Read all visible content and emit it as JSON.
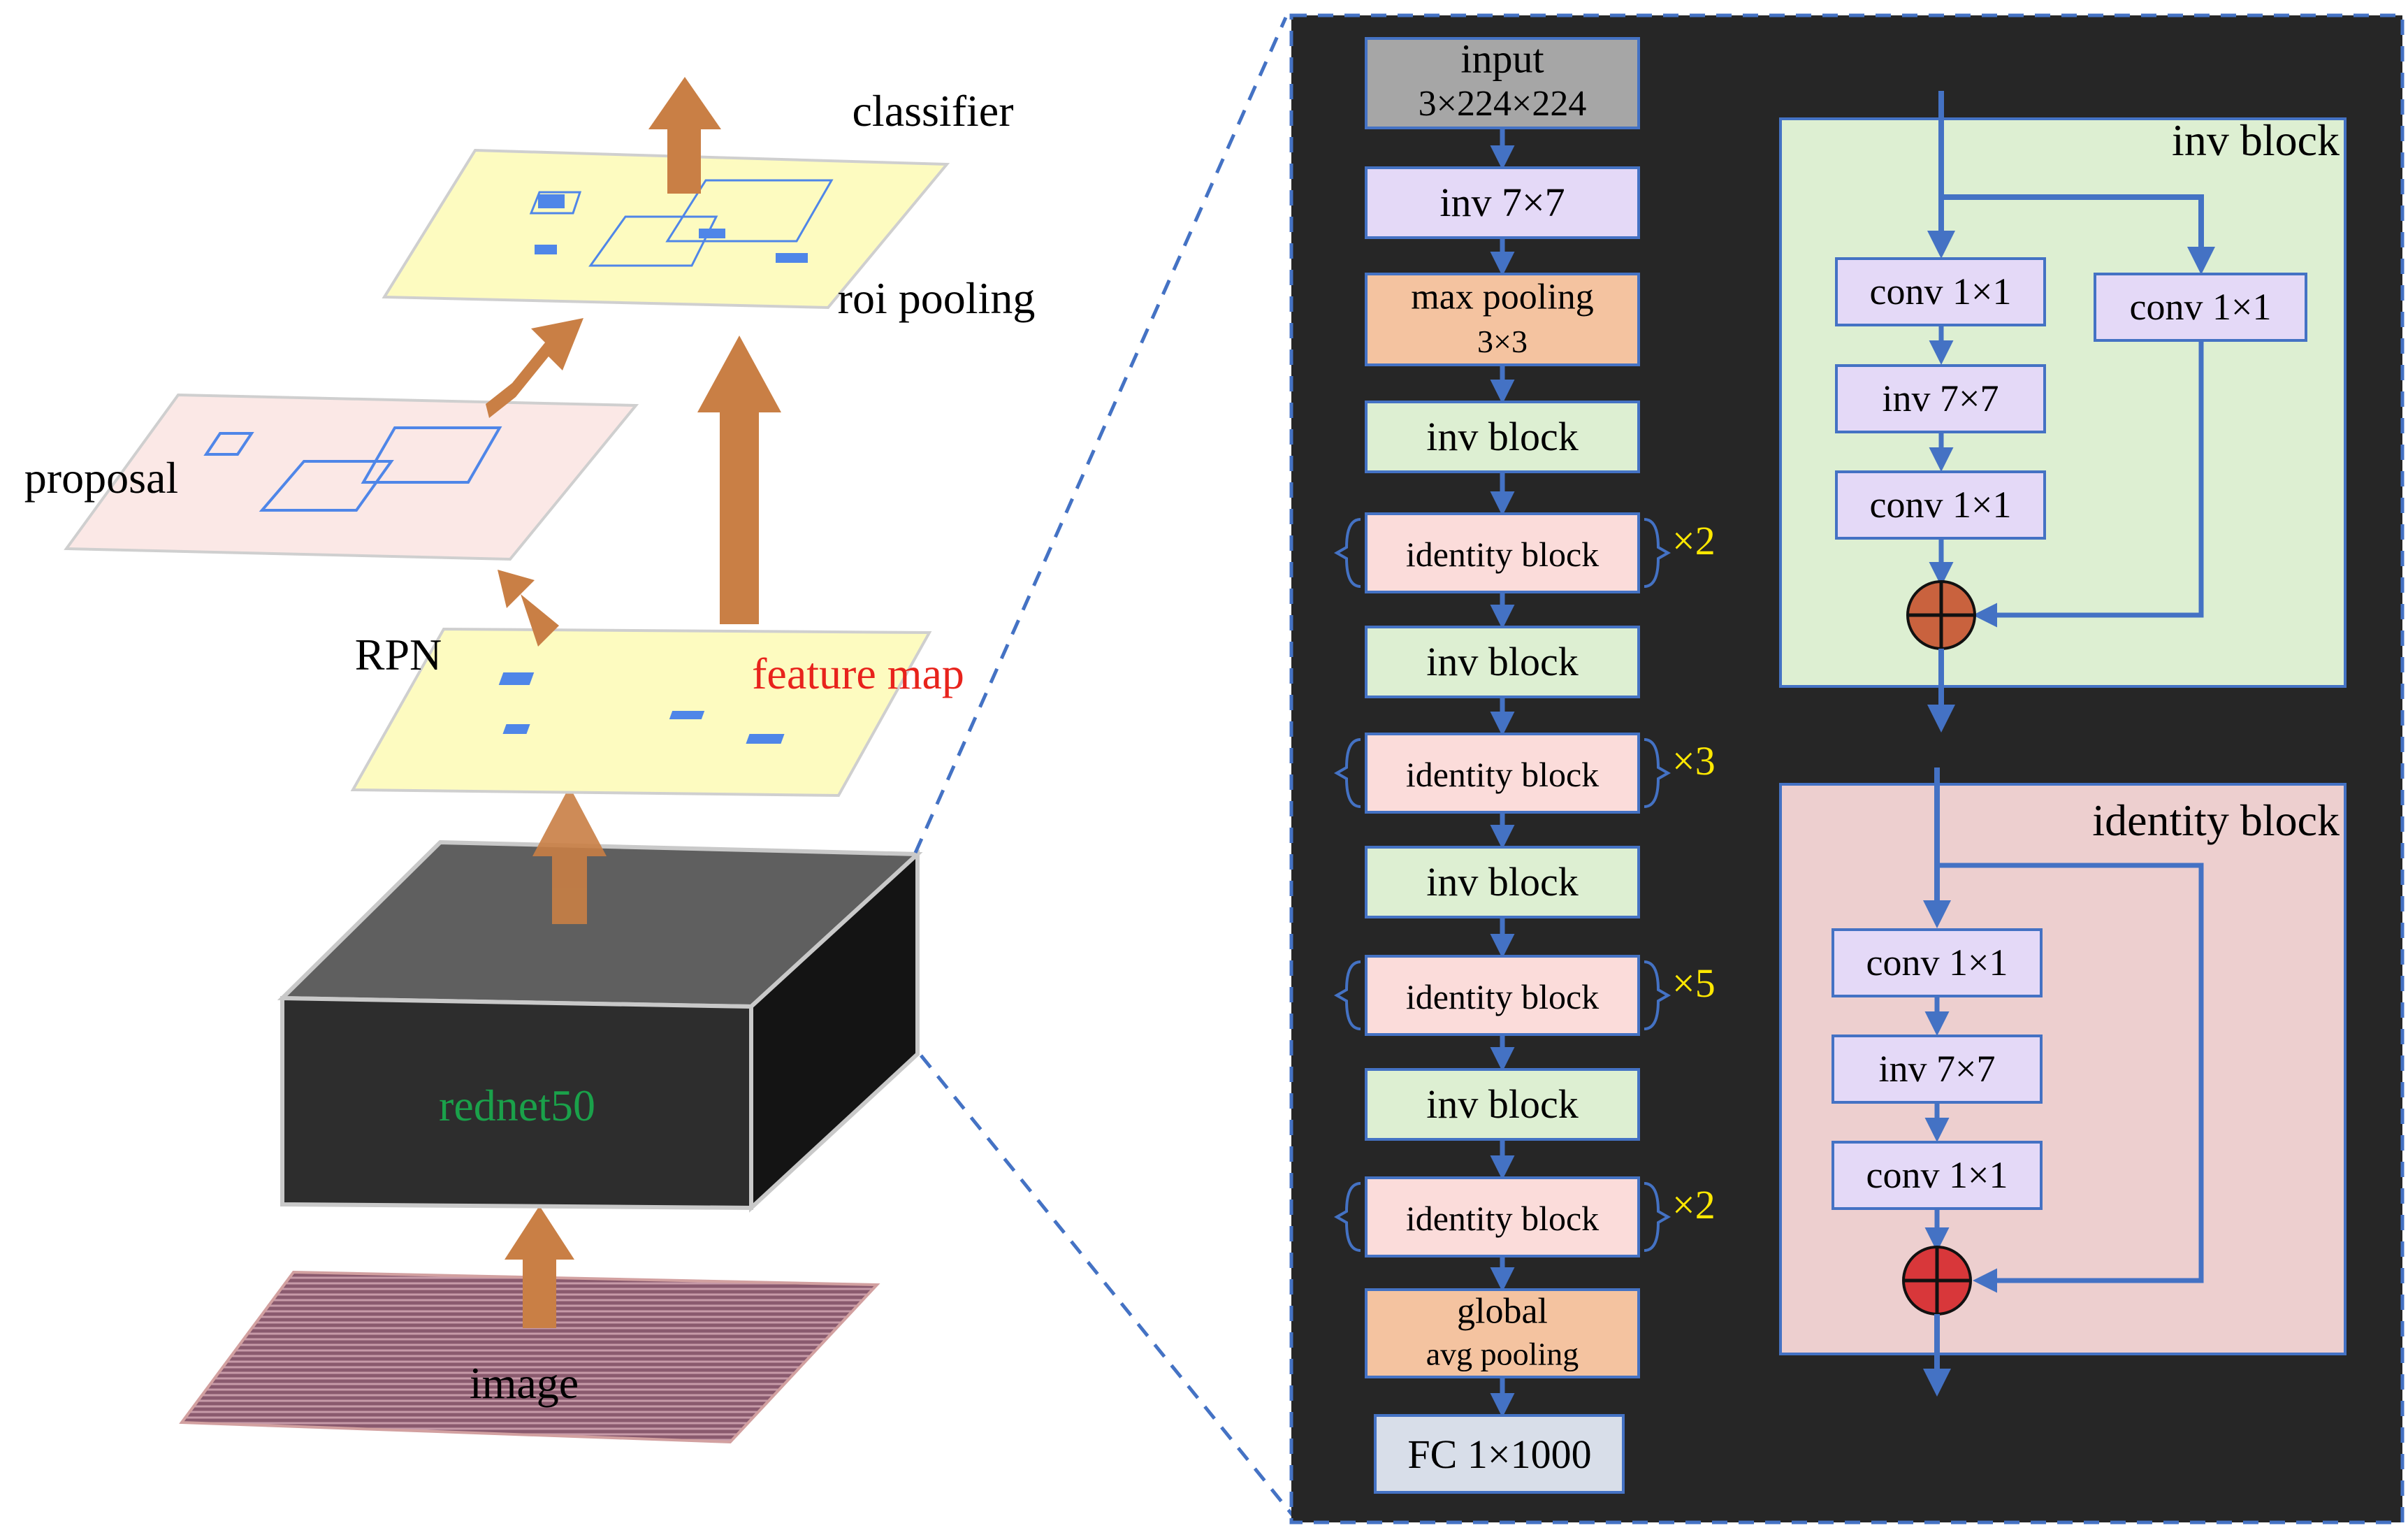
{
  "colors": {
    "arrow_orange": "#C97F45",
    "plane_yellow": "#FDFBC0",
    "plane_pink": "#FBE8E6",
    "box_blue": "#4F86E8",
    "panel_bg": "#262626",
    "line_blue": "#4472C4",
    "block_input": "#A6A6A6",
    "block_inv": "#E4D9F7",
    "block_pool": "#F4C3A0",
    "block_invblock": "#DDEFD2",
    "block_identity": "#FBDCDA",
    "block_fc": "#D8DEE9",
    "multiplier_yellow": "#FFE800",
    "green_label": "#1AA14A",
    "red_label": "#E8231C",
    "add_circle_top": "#C9623E",
    "add_circle_bottom": "#D8373A"
  },
  "left": {
    "classifier": "classifier",
    "roi_pooling": "roi pooling",
    "proposal": "proposal",
    "rpn": "RPN",
    "feature_map": "feature map",
    "backbone": "rednet50",
    "image": "image"
  },
  "pipeline": [
    {
      "line1": "input",
      "line2": "3×224×224",
      "type": "input"
    },
    {
      "line1": "inv 7×7",
      "line2": "",
      "type": "inv"
    },
    {
      "line1": "max pooling",
      "line2": "3×3",
      "type": "pool"
    },
    {
      "line1": "inv block",
      "line2": "",
      "type": "invblock"
    },
    {
      "line1": "identity block",
      "line2": "",
      "type": "identity",
      "repeat": "×2"
    },
    {
      "line1": "inv block",
      "line2": "",
      "type": "invblock"
    },
    {
      "line1": "identity block",
      "line2": "",
      "type": "identity",
      "repeat": "×3"
    },
    {
      "line1": "inv block",
      "line2": "",
      "type": "invblock"
    },
    {
      "line1": "identity block",
      "line2": "",
      "type": "identity",
      "repeat": "×5"
    },
    {
      "line1": "inv block",
      "line2": "",
      "type": "invblock"
    },
    {
      "line1": "identity block",
      "line2": "",
      "type": "identity",
      "repeat": "×2"
    },
    {
      "line1": "global",
      "line2": "avg pooling",
      "type": "pool"
    },
    {
      "line1": "FC",
      "line2": "1×1000",
      "type": "fc"
    }
  ],
  "inv_block_detail": {
    "title": "inv block",
    "main": [
      "conv 1×1",
      "inv 7×7",
      "conv 1×1"
    ],
    "shortcut": "conv 1×1"
  },
  "identity_block_detail": {
    "title": "identity block",
    "main": [
      "conv 1×1",
      "inv 7×7",
      "conv 1×1"
    ]
  }
}
